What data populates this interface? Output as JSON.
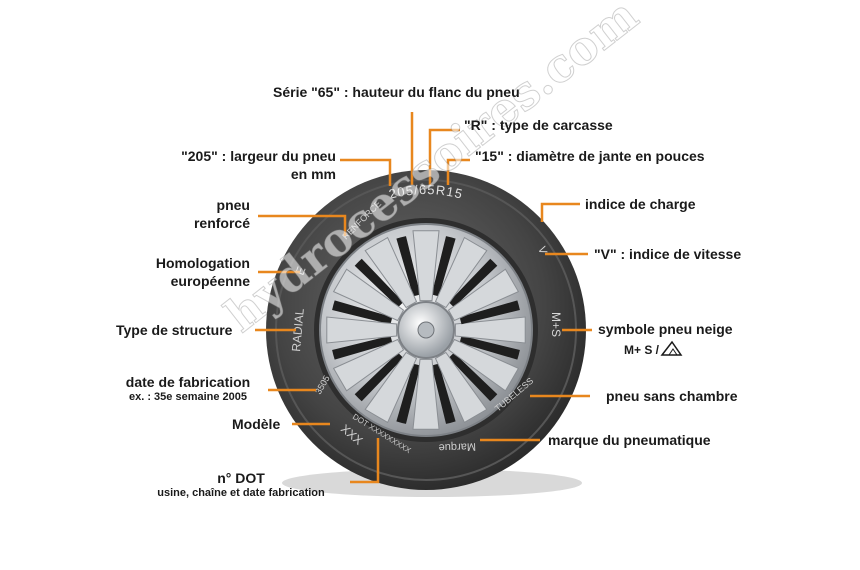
{
  "colors": {
    "leader": "#e8871e",
    "text": "#1a1a1a",
    "tire": "#3a3a3a",
    "rim": "#c9ccd0"
  },
  "tire_markings": {
    "size": "205/65R15",
    "reinforced": "RENFORCE",
    "homologation": "E",
    "radial": "RADIAL",
    "fabrication_code": "3505",
    "model": "XXX",
    "dot": "DOT XXXXXXXXX",
    "brand": "Marque",
    "tubeless": "TUBELESS",
    "snow": "M+S",
    "load_speed": "V"
  },
  "labels": {
    "serie": "Série \"65\" : hauteur du flanc du pneu",
    "carcasse": "\"R\" : type de carcasse",
    "jante": "\"15\" : diamètre de jante en pouces",
    "largeur_1": "\"205\" : largeur du pneu",
    "largeur_2": "en mm",
    "charge": "indice de charge",
    "vitesse": "\"V\" : indice de vitesse",
    "renforce_1": "pneu",
    "renforce_2": "renforcé",
    "homologation_1": "Homologation",
    "homologation_2": "européenne",
    "structure": "Type de structure",
    "neige": "symbole pneu neige",
    "neige_sym": "M+ S /",
    "fabrication_1": "date de fabrication",
    "fabrication_2": "ex. : 35e semaine 2005",
    "sans_chambre": "pneu sans chambre",
    "modele": "Modèle",
    "marque": "marque du pneumatique",
    "dot_1": "n° DOT",
    "dot_2": "usine, chaîne et date fabrication"
  },
  "watermark": "hydrocessoires.com"
}
